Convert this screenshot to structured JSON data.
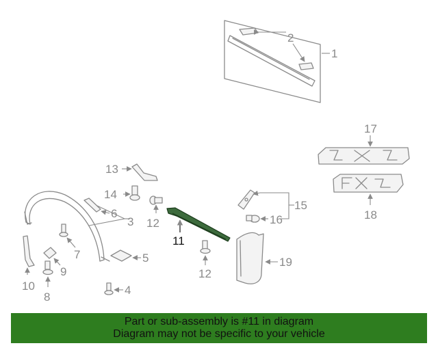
{
  "callouts": {
    "c1": "1",
    "c2": "2",
    "c3": "3",
    "c4": "4",
    "c5": "5",
    "c6": "6",
    "c7": "7",
    "c8": "8",
    "c9": "9",
    "c10": "10",
    "c11": "11",
    "c12a": "12",
    "c12b": "12",
    "c13": "13",
    "c14": "14",
    "c15": "15",
    "c16": "16",
    "c17": "17",
    "c18": "18",
    "c19": "19"
  },
  "highlight_color": "#1a5a1a",
  "banner": {
    "line1": "Part or sub-assembly is #11 in diagram",
    "line2": "Diagram may not be specific to your vehicle",
    "background": "#2e7d1f"
  }
}
